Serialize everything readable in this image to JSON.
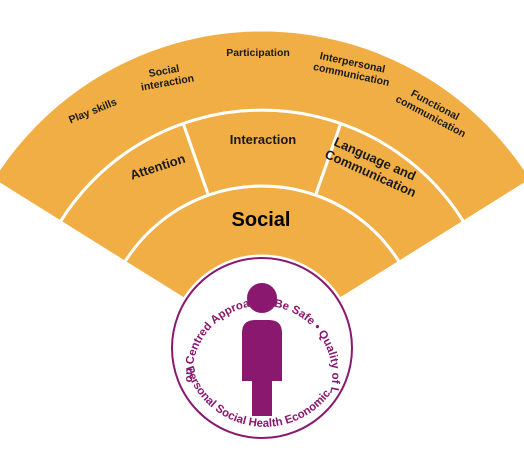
{
  "colors": {
    "segment_fill": "#F0AE45",
    "segment_stroke": "#FFFFFF",
    "text": "#1A1A1A",
    "purple": "#8A186F"
  },
  "outer_ring": [
    {
      "line1": "Play skills",
      "line2": ""
    },
    {
      "line1": "Social",
      "line2": "interaction"
    },
    {
      "line1": "Participation",
      "line2": ""
    },
    {
      "line1": "Interpersonal",
      "line2": "communication"
    },
    {
      "line1": "Functional",
      "line2": "communication"
    }
  ],
  "middle_ring": [
    {
      "line1": "Attention",
      "line2": ""
    },
    {
      "line1": "Interaction",
      "line2": ""
    },
    {
      "line1": "Language and",
      "line2": "Communication"
    }
  ],
  "core": {
    "label": "Social"
  },
  "circle": {
    "upper_text": "Person Centred Approach • Be Safe • Quality of Life •",
    "lower_text": "Personal Social Health Economic",
    "person_icon": "person-icon"
  }
}
